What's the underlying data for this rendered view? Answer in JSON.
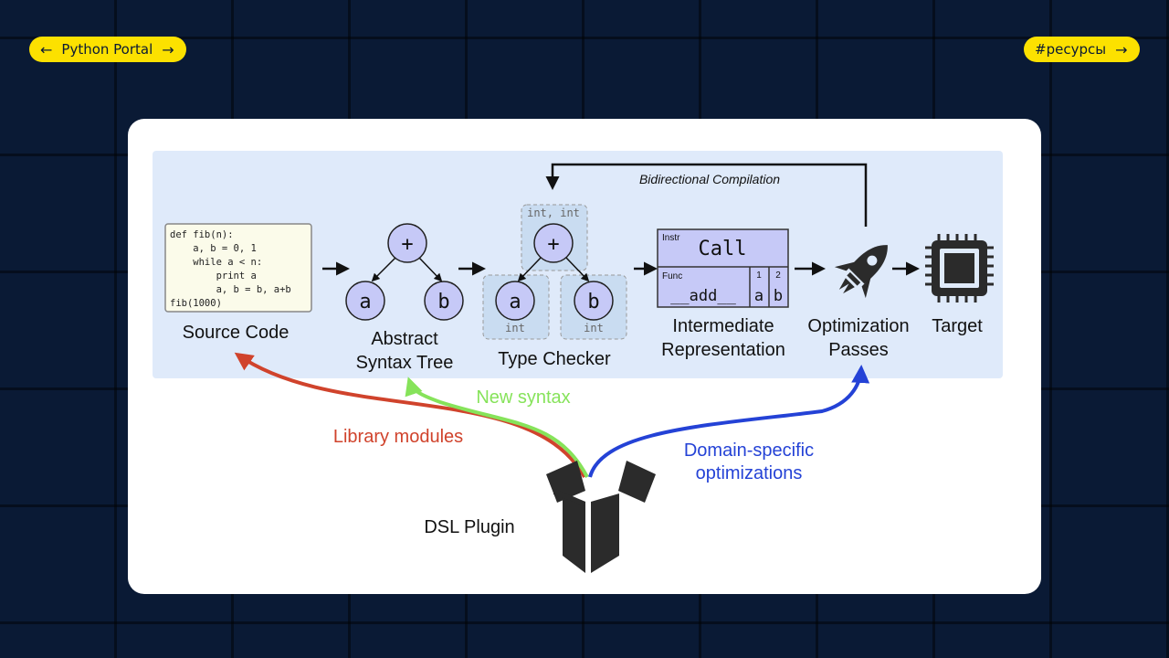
{
  "nav": {
    "back_label": "Python Portal",
    "back_arrow": "←",
    "back_trailing_arrow": "→",
    "tag_label": "#ресурсы",
    "tag_arrow": "→"
  },
  "diagram": {
    "feedback_label": "Bidirectional Compilation",
    "source_code": {
      "lines": [
        "def fib(n):",
        "    a, b = 0, 1",
        "    while a < n:",
        "        print a",
        "        a, b = b, a+b",
        "fib(1000)"
      ],
      "label": "Source Code"
    },
    "ast": {
      "root": "+",
      "left": "a",
      "right": "b",
      "label_line1": "Abstract",
      "label_line2": "Syntax Tree"
    },
    "type_checker": {
      "root_type": "int, int",
      "root": "+",
      "left": "a",
      "left_type": "int",
      "right": "b",
      "right_type": "int",
      "label": "Type Checker"
    },
    "ir": {
      "instr_tag": "Instr",
      "instr_value": "Call",
      "func_tag": "Func",
      "func_value": "__add__",
      "arg1_index": "1",
      "arg1_value": "a",
      "arg2_index": "2",
      "arg2_value": "b",
      "label_line1": "Intermediate",
      "label_line2": "Representation"
    },
    "optimization": {
      "label_line1": "Optimization",
      "label_line2": "Passes"
    },
    "target": {
      "label": "Target"
    },
    "plugin": {
      "label": "DSL Plugin",
      "library_modules": "Library modules",
      "new_syntax": "New syntax",
      "domain_line1": "Domain-specific",
      "domain_line2": "optimizations"
    }
  },
  "colors": {
    "accent_yellow": "#fce100",
    "page_background": "#0a1a35",
    "library_modules_arrow": "#d0432c",
    "new_syntax_arrow": "#86e35a",
    "domain_arrow": "#2442d6",
    "node_fill": "#c6c9f7"
  }
}
